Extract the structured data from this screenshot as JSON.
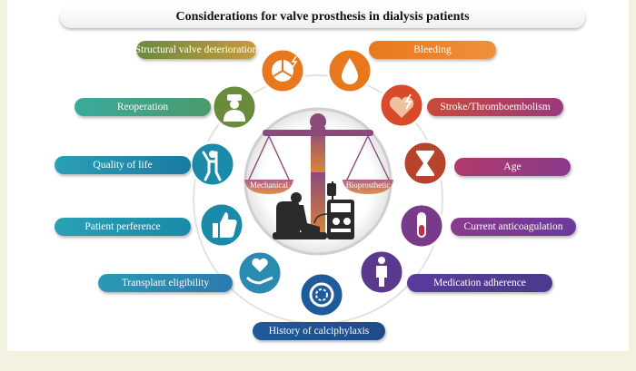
{
  "title": "Considerations for valve prosthesis in dialysis patients",
  "scale": {
    "left_pan": "Mechanical",
    "right_pan": "Bioprosthetic"
  },
  "considerations": [
    {
      "id": "structural-valve-deterioration",
      "label": "Structural valve deterioration",
      "color": "#8a9a3c",
      "icon": "heart-valve-icon"
    },
    {
      "id": "bleeding",
      "label": "Bleeding",
      "color": "#e8781e",
      "icon": "blood-drop-icon"
    },
    {
      "id": "reoperation",
      "label": "Reoperation",
      "color": "#3a9a8c",
      "icon": "surgeon-icon"
    },
    {
      "id": "stroke-thromboembolism",
      "label": "Stroke/Thromboembolism",
      "color": "#b8432c",
      "icon": "heart-lightning-icon"
    },
    {
      "id": "quality-of-life",
      "label": "Quality of life",
      "color": "#1a8aa8",
      "icon": "happy-person-icon"
    },
    {
      "id": "age",
      "label": "Age",
      "color": "#9a3a7c",
      "icon": "hourglass-icon"
    },
    {
      "id": "patient-perference",
      "label": "Patient perference",
      "color": "#2aa0b4",
      "icon": "thumbs-up-icon"
    },
    {
      "id": "current-anticoagulation",
      "label": "Current anticoagulation",
      "color": "#7a3a8c",
      "icon": "test-tube-icon"
    },
    {
      "id": "transplant-eligibility",
      "label": "Transplant eligibility",
      "color": "#2a8ab0",
      "icon": "hand-heart-icon"
    },
    {
      "id": "medication-adherence",
      "label": "Medication adherence",
      "color": "#5a3a8c",
      "icon": "person-icon"
    },
    {
      "id": "history-of-calciphylaxis",
      "label": "History of calciphylaxis",
      "color": "#1f5a9a",
      "icon": "vessel-cross-section-icon"
    }
  ]
}
